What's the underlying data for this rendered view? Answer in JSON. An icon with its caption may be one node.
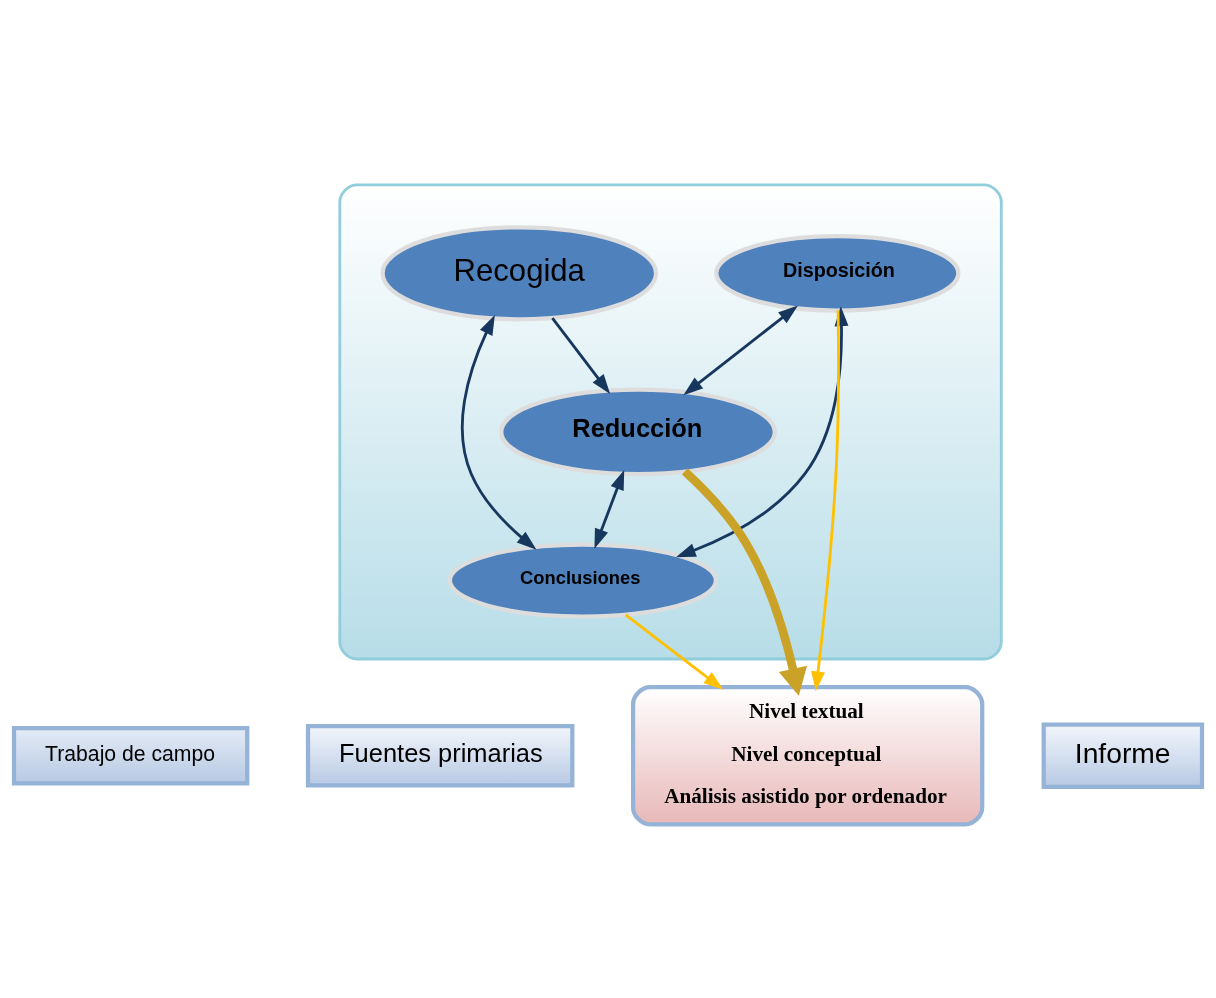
{
  "diagram": {
    "nodes": [
      {
        "text": [],
        "shape": "box"
      },
      {
        "text": [
          "Recogida"
        ],
        "in": 0
      },
      {
        "text": [
          "Disposición"
        ],
        "in": 0
      },
      {
        "text": [
          "Reducción"
        ],
        "in": 0
      },
      {
        "text": [
          "Conclusiones"
        ],
        "in": 0
      },
      {
        "text": [
          "Trabajo de campo"
        ]
      },
      {
        "text": [
          "Fuentes primarias"
        ]
      },
      {
        "text": [
          "Nivel textual",
          "Nivel conceptual",
          "Análisis asistido por ordenador"
        ]
      },
      {
        "text": [
          "Informe"
        ]
      }
    ],
    "edges": [
      {
        "from": 1,
        "to": 3,
        "arrow": "to"
      },
      {
        "from": 3,
        "to": 2,
        "arrow": "both"
      },
      {
        "from": 2,
        "to": 4,
        "arrow": "both"
      },
      {
        "from": 3,
        "to": 4,
        "arrow": "both"
      },
      {
        "from": 1,
        "to": 4,
        "arrow": "both"
      },
      {
        "from": 3,
        "to": 7,
        "arrow": "to",
        "style": "thick",
        "color": "#c9a227"
      },
      {
        "from": 2,
        "to": 7,
        "arrow": "to",
        "color": "#ffc000"
      },
      {
        "from": 4,
        "to": 7,
        "arrow": "to",
        "color": "#ffc000"
      }
    ]
  }
}
